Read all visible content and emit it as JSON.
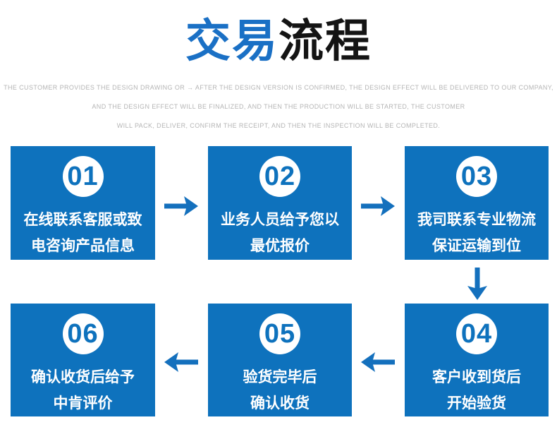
{
  "title": {
    "blue_part": "交易",
    "dark_part": "流程"
  },
  "subtitle": {
    "lines": [
      "THE CUSTOMER PROVIDES THE DESIGN DRAWING OR → AFTER THE DESIGN VERSION IS CONFIRMED, THE DESIGN EFFECT WILL BE DELIVERED TO OUR COMPANY,",
      "AND THE DESIGN EFFECT WILL BE FINALIZED, AND THEN THE PRODUCTION WILL BE STARTED, THE CUSTOMER",
      "WILL PACK, DELIVER, CONFIRM THE RECEIPT, AND THEN THE INSPECTION WILL BE COMPLETED."
    ]
  },
  "steps": [
    {
      "number": "01",
      "lines": [
        "在线联系客服或致",
        "电咨询产品信息"
      ]
    },
    {
      "number": "02",
      "lines": [
        "业务人员给予您以",
        "最优报价"
      ]
    },
    {
      "number": "03",
      "lines": [
        "我司联系专业物流",
        "保证运输到位"
      ]
    },
    {
      "number": "04",
      "lines": [
        "客户收到货后",
        "开始验货"
      ]
    },
    {
      "number": "05",
      "lines": [
        "验货完毕后",
        "确认收货"
      ]
    },
    {
      "number": "06",
      "lines": [
        "确认收货后给予",
        "中肯评价"
      ]
    }
  ],
  "colors": {
    "box_blue": "#0e72bd",
    "title_blue": "#1a70c5",
    "title_dark": "#141414",
    "subtitle_gray": "#b5b5b5",
    "arrow_blue": "#1470bd",
    "text_white": "#ffffff"
  }
}
